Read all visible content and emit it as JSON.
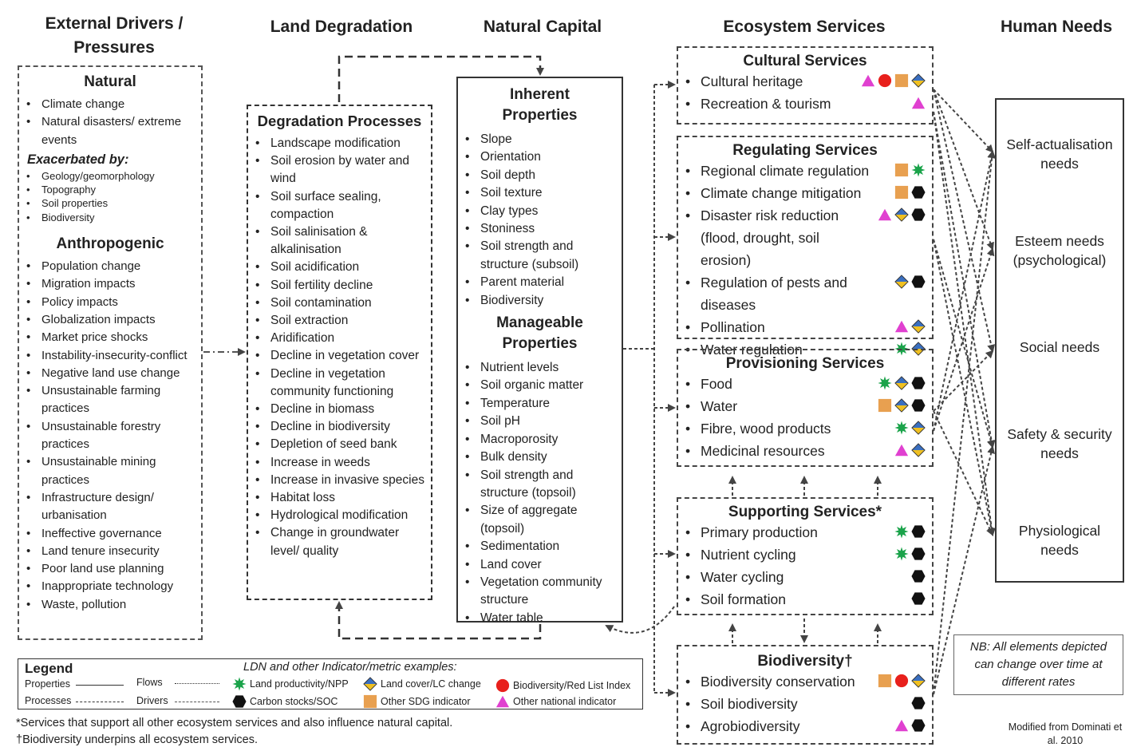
{
  "headers": {
    "drivers": "External Drivers /\nPressures",
    "degradation": "Land Degradation",
    "capital": "Natural Capital",
    "services": "Ecosystem Services",
    "needs": "Human Needs"
  },
  "drivers": {
    "natural_title": "Natural",
    "natural_items": [
      "Climate change",
      "Natural disasters/ extreme events"
    ],
    "exacerbated_title": "Exacerbated by:",
    "exacerbated_items": [
      "Geology/geomorphology",
      "Topography",
      "Soil properties",
      "Biodiversity"
    ],
    "anthro_title": "Anthropogenic",
    "anthro_items": [
      "Population change",
      "Migration impacts",
      "Policy impacts",
      "Globalization impacts",
      "Market price shocks",
      "Instability-insecurity-conflict",
      "Negative land use change",
      "Unsustainable farming practices",
      "Unsustainable forestry practices",
      "Unsustainable mining practices",
      "Infrastructure design/ urbanisation",
      "Ineffective governance",
      "Land tenure insecurity",
      "Poor land use planning",
      "Inappropriate technology",
      "Waste, pollution"
    ]
  },
  "degradation": {
    "title": "Degradation Processes",
    "items": [
      "Landscape modification",
      "Soil erosion by water and wind",
      "Soil surface sealing, compaction",
      "Soil salinisation & alkalinisation",
      "Soil acidification",
      "Soil fertility decline",
      "Soil contamination",
      "Soil extraction",
      "Aridification",
      "Decline in vegetation cover",
      "Decline in vegetation community functioning",
      "Decline in biomass",
      "Decline in biodiversity",
      "Depletion of seed bank",
      "Increase in weeds",
      "Increase in invasive species",
      "Habitat loss",
      "Hydrological modification",
      "Change in groundwater level/ quality"
    ]
  },
  "capital": {
    "inherent_title": "Inherent Properties",
    "inherent_items": [
      "Slope",
      "Orientation",
      "Soil depth",
      "Soil texture",
      "Clay types",
      "Stoniness",
      "Soil strength and structure (subsoil)",
      "Parent material",
      "Biodiversity"
    ],
    "manageable_title": "Manageable Properties",
    "manageable_items": [
      "Nutrient levels",
      "Soil organic matter",
      "Temperature",
      "Soil pH",
      "Macroporosity",
      "Bulk density",
      "Soil strength and structure (topsoil)",
      "Size of aggregate (topsoil)",
      "Sedimentation",
      "Land cover",
      "Vegetation community structure",
      "Water table"
    ]
  },
  "services": {
    "cultural": {
      "title": "Cultural Services",
      "items": [
        {
          "label": "Cultural heritage",
          "icons": [
            "triangle-icon",
            "circle-icon",
            "square-icon",
            "diamond-icon"
          ]
        },
        {
          "label": "Recreation & tourism",
          "icons": [
            "triangle-icon"
          ]
        }
      ]
    },
    "regulating": {
      "title": "Regulating Services",
      "items": [
        {
          "label": "Regional climate regulation",
          "icons": [
            "square-icon",
            "star-icon"
          ]
        },
        {
          "label": "Climate change mitigation",
          "icons": [
            "square-icon",
            "hexagon-icon"
          ]
        },
        {
          "label": "Disaster risk reduction (flood, drought, soil erosion)",
          "icons": [
            "triangle-icon",
            "diamond-icon",
            "hexagon-icon"
          ]
        },
        {
          "label": "Regulation of pests and diseases",
          "icons": [
            "diamond-icon",
            "hexagon-icon"
          ]
        },
        {
          "label": "Pollination",
          "icons": [
            "triangle-icon",
            "diamond-icon"
          ]
        },
        {
          "label": "Water regulation",
          "icons": [
            "star-icon",
            "diamond-icon"
          ]
        }
      ]
    },
    "provisioning": {
      "title": "Provisioning Services",
      "items": [
        {
          "label": "Food",
          "icons": [
            "star-icon",
            "diamond-icon",
            "hexagon-icon"
          ]
        },
        {
          "label": "Water",
          "icons": [
            "square-icon",
            "diamond-icon",
            "hexagon-icon"
          ]
        },
        {
          "label": "Fibre, wood products",
          "icons": [
            "star-icon",
            "diamond-icon"
          ]
        },
        {
          "label": "Medicinal resources",
          "icons": [
            "triangle-icon",
            "diamond-icon"
          ]
        }
      ]
    },
    "supporting": {
      "title": "Supporting Services*",
      "items": [
        {
          "label": "Primary production",
          "icons": [
            "star-icon",
            "hexagon-icon"
          ]
        },
        {
          "label": "Nutrient cycling",
          "icons": [
            "star-icon",
            "hexagon-icon"
          ]
        },
        {
          "label": "Water cycling",
          "icons": [
            "hexagon-icon"
          ]
        },
        {
          "label": "Soil formation",
          "icons": [
            "hexagon-icon"
          ]
        }
      ]
    },
    "biodiversity": {
      "title": "Biodiversity†",
      "items": [
        {
          "label": "Biodiversity conservation",
          "icons": [
            "square-icon",
            "circle-icon",
            "diamond-icon"
          ]
        },
        {
          "label": "Soil biodiversity",
          "icons": [
            "hexagon-icon"
          ]
        },
        {
          "label": "Agrobiodiversity",
          "icons": [
            "triangle-icon",
            "hexagon-icon"
          ]
        }
      ]
    }
  },
  "needs": [
    "Self-actualisation needs",
    "Esteem needs (psychological)",
    "Social needs",
    "Safety & security needs",
    "Physiological needs"
  ],
  "legend": {
    "title": "Legend",
    "properties": "Properties",
    "processes": "Processes",
    "flows": "Flows",
    "drivers": "Drivers",
    "indicator_title": "LDN and other Indicator/metric examples:",
    "indicators": [
      {
        "icon": "star-icon",
        "label": "Land productivity/NPP"
      },
      {
        "icon": "diamond-icon",
        "label": "Land cover/LC change"
      },
      {
        "icon": "circle-icon",
        "label": "Biodiversity/Red List Index"
      },
      {
        "icon": "hexagon-icon",
        "label": "Carbon stocks/SOC"
      },
      {
        "icon": "square-icon",
        "label": "Other SDG indicator"
      },
      {
        "icon": "triangle-icon",
        "label": "Other national indicator"
      }
    ]
  },
  "note": "NB: All elements depicted can change over time at different rates",
  "footnotes": [
    "*Services that support all other ecosystem services and also influence natural capital.",
    "†Biodiversity underpins all ecosystem services."
  ],
  "credit": "Modified from Dominati et al. 2010",
  "colors": {
    "star": "#1aa34a",
    "triangle": "#e040d0",
    "circle": "#e8201c",
    "square": "#e8a050",
    "diamond_top": "#3a6fc0",
    "diamond_bottom": "#f0c020",
    "hexagon": "#111111"
  }
}
